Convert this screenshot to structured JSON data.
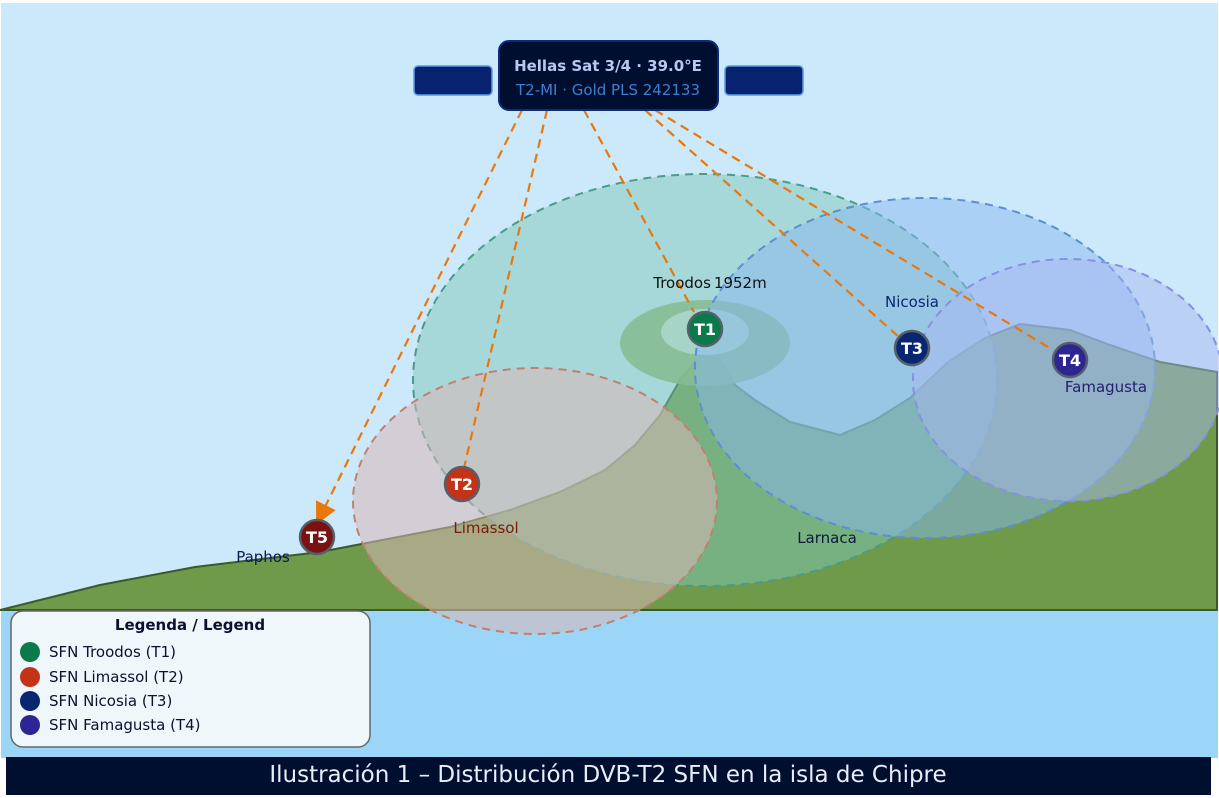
{
  "satellite": {
    "title": "Hellas Sat 3/4 · 39.0°E",
    "subtitle": "T2-MI · Gold PLS 242133"
  },
  "sites": {
    "troodos": {
      "id": "T1",
      "label": "Troodos 1952m",
      "color": "#0b7a4b"
    },
    "limassol": {
      "id": "T2",
      "label": "Limassol",
      "color": "#c43218"
    },
    "nicosia": {
      "id": "T3",
      "label": "Nicosia",
      "color": "#0b2670"
    },
    "famagusta": {
      "id": "T4",
      "label": "Famagusta",
      "color": "#2c2592"
    },
    "paphos": {
      "id": "T5",
      "label": "Paphos",
      "color": "#7a1212"
    },
    "larnaca": {
      "label": "Larnaca"
    }
  },
  "legend": {
    "title": "Legenda / Legend",
    "items": [
      {
        "label": "SFN Troodos (T1)",
        "color": "#0b7a4b"
      },
      {
        "label": "SFN Limassol (T2)",
        "color": "#c43218"
      },
      {
        "label": "SFN Nicosia (T3)",
        "color": "#0b2670"
      },
      {
        "label": "SFN Famagusta (T4)",
        "color": "#2c2592"
      }
    ]
  },
  "caption": "Ilustración 1 – Distribución DVB-T2 SFN en la isla de Chipre",
  "colors": {
    "sky": "#cce9fb",
    "sea": "#9bd6f8",
    "land": "#6e9a4a",
    "link": "#e8780c"
  }
}
